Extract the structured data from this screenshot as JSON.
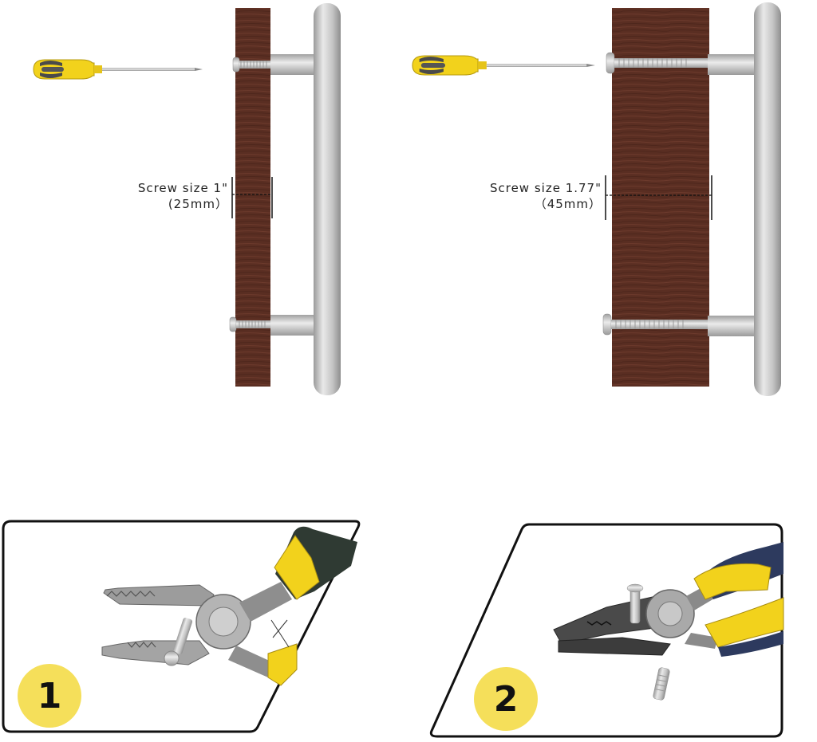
{
  "diagrams": [
    {
      "screw_label": "Screw size 1\"",
      "screw_metric": "(25mm）"
    },
    {
      "screw_label": "Screw size 1.77\"",
      "screw_metric": "（45mm）"
    }
  ],
  "steps": [
    {
      "number": "1"
    },
    {
      "number": "2"
    }
  ],
  "icons": [
    "screwdriver-icon",
    "handle-bar-icon",
    "pliers-icon",
    "screw-icon"
  ],
  "colors": {
    "wood": "#5a2e22",
    "steel": "#c8c8c8",
    "handle_yellow": "#f2d21c",
    "grip_gray": "#4a4a4a",
    "badge_yellow": "#f5df5a"
  }
}
